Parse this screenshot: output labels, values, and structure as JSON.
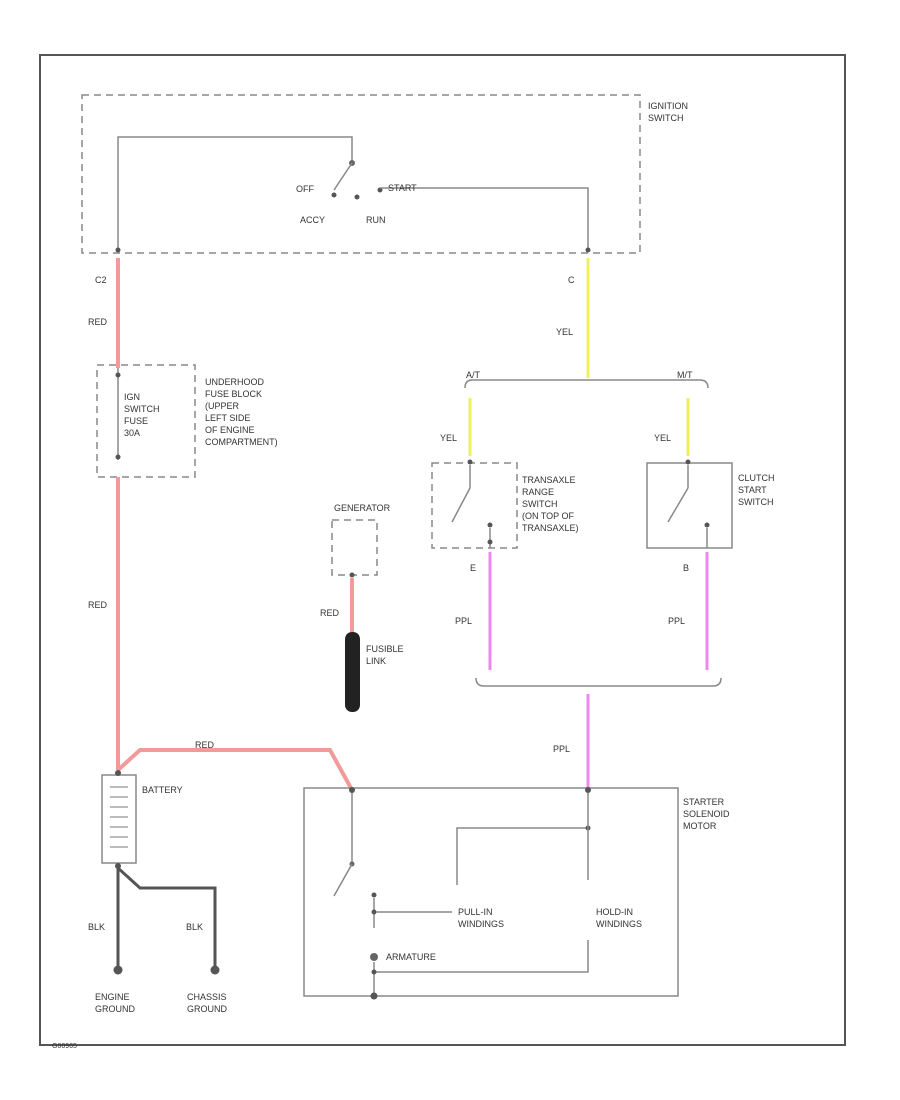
{
  "labels": {
    "ignition_switch": [
      "IGNITION",
      "SWITCH"
    ],
    "off": "OFF",
    "start": "START",
    "acc": "ACCY",
    "run": "RUN",
    "pin_c2": "C2",
    "pin_c": "C",
    "red": "RED",
    "yel": "YEL",
    "ppl": "PPL",
    "blk": "BLK",
    "fuse_box": [
      "IGN",
      "SWITCH",
      "FUSE",
      "30A"
    ],
    "fuse_desc": [
      "UNDERHOOD",
      "FUSE BLOCK",
      "(UPPER",
      "LEFT SIDE",
      "OF ENGINE",
      "COMPARTMENT)"
    ],
    "at": "A/T",
    "mt": "M/T",
    "trans_switch": [
      "TRANSAXLE",
      "RANGE",
      "SWITCH",
      "(ON TOP OF",
      "TRANSAXLE)"
    ],
    "clutch_switch": [
      "CLUTCH",
      "START",
      "SWITCH"
    ],
    "pin_e": "E",
    "pin_b": "B",
    "generator": "GENERATOR",
    "fusible_link": [
      "FUSIBLE",
      "LINK"
    ],
    "battery": "BATTERY",
    "starter": [
      "STARTER",
      "SOLENOID",
      "MOTOR"
    ],
    "pull_in": [
      "PULL-IN",
      "WINDINGS"
    ],
    "hold_in": [
      "HOLD-IN",
      "WINDINGS"
    ],
    "armature": "ARMATURE",
    "engine_ground": [
      "ENGINE",
      "GROUND"
    ],
    "chassis_ground": [
      "CHASSIS",
      "GROUND"
    ],
    "footer": "G00965"
  }
}
